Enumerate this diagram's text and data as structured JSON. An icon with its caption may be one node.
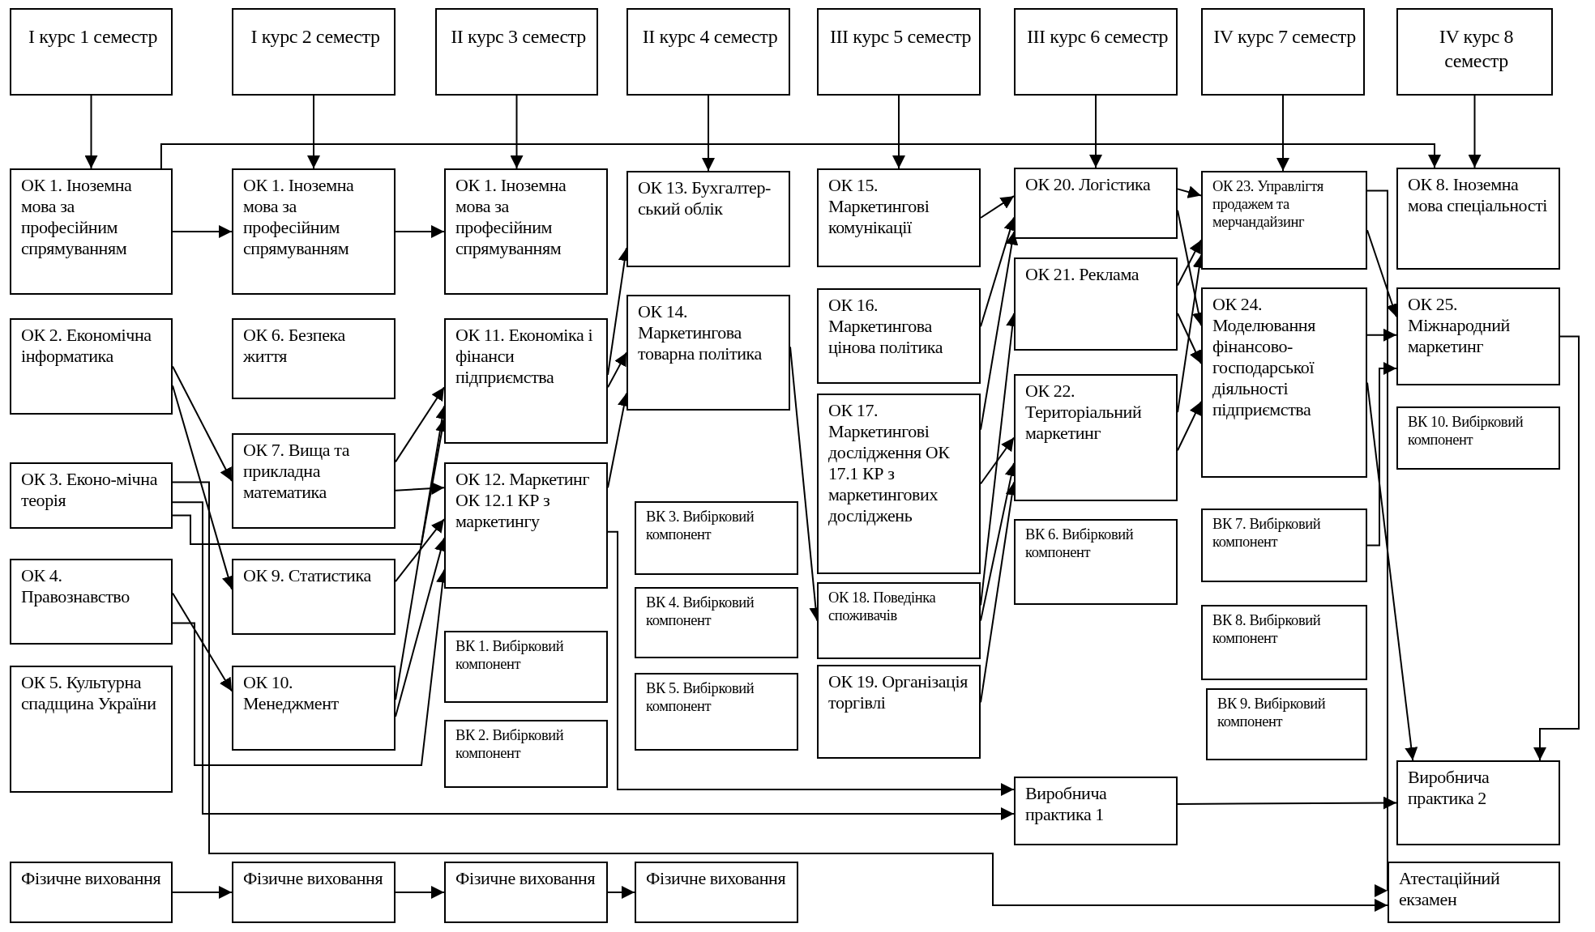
{
  "diagram": {
    "nodes": [
      {
        "text": [
          "І курс 1 семестр"
        ]
      },
      {
        "text": [
          "І курс 2 семестр"
        ]
      },
      {
        "text": [
          "ІІ курс 3 семестр"
        ]
      },
      {
        "text": [
          "ІІ курс 4 семестр"
        ]
      },
      {
        "text": [
          "ІІІ курс 5 семестр"
        ]
      },
      {
        "text": [
          "ІІІ курс 6 семестр"
        ]
      },
      {
        "text": [
          "IV курс 7 семестр"
        ]
      },
      {
        "text": [
          "IV курс 8 семестр"
        ]
      },
      {
        "text": [
          "ОК 1. Іноземна мова за професійним спрямуванням"
        ]
      },
      {
        "text": [
          "ОК 2. Економічна інформатика"
        ]
      },
      {
        "text": [
          "ОК 3. Еконо-мічна теорія"
        ]
      },
      {
        "text": [
          "ОК 4. Правознавство"
        ]
      },
      {
        "text": [
          "ОК 5. Культурна спадщина України"
        ]
      },
      {
        "text": [
          "Фізичне виховання"
        ]
      },
      {
        "text": [
          "ОК 1. Іноземна мова за професійним спрямуванням"
        ]
      },
      {
        "text": [
          "ОК 6. Безпека життя"
        ]
      },
      {
        "text": [
          "ОК 7. Вища та прикладна математика"
        ]
      },
      {
        "text": [
          "ОК 9. Статистика"
        ]
      },
      {
        "text": [
          "ОК 10. Менеджмент"
        ]
      },
      {
        "text": [
          "Фізичне виховання"
        ]
      },
      {
        "text": [
          "ОК 1. Іноземна мова за професійним спрямуванням"
        ]
      },
      {
        "text": [
          "ОК 11. Економіка і фінанси підприємства"
        ]
      },
      {
        "text": [
          "ОК 12. Маркетинг ОК 12.1 КР з маркетингу"
        ]
      },
      {
        "text": [
          "ВК 1. Вибірковий компонент"
        ]
      },
      {
        "text": [
          "ВК 2. Вибірковий компонент"
        ]
      },
      {
        "text": [
          "Фізичне виховання"
        ]
      },
      {
        "text": [
          "ОК 13. Бухгалтер-ський облік"
        ]
      },
      {
        "text": [
          "ОК 14. Маркетингова товарна політика"
        ]
      },
      {
        "text": [
          "ВК 3. Вибірковий компонент"
        ]
      },
      {
        "text": [
          "ВК 4. Вибірковий компонент"
        ]
      },
      {
        "text": [
          "ВК 5. Вибірковий компонент"
        ]
      },
      {
        "text": [
          "Фізичне виховання"
        ]
      },
      {
        "text": [
          "ОК 15. Маркетингові комунікації"
        ]
      },
      {
        "text": [
          "ОК 16. Маркетингова цінова політика"
        ]
      },
      {
        "text": [
          "ОК 17. Маркетингові дослідження ОК 17.1 КР з маркетингових досліджень"
        ]
      },
      {
        "text": [
          "ОК 18. Поведінка споживачів"
        ]
      },
      {
        "text": [
          "ОК 19. Організація торгівлі"
        ]
      },
      {
        "text": [
          "ОК 20. Логістика"
        ]
      },
      {
        "text": [
          "ОК 21. Реклама"
        ]
      },
      {
        "text": [
          "ОК 22. Територіальний маркетинг"
        ]
      },
      {
        "text": [
          "ВК 6. Вибірковий компонент"
        ]
      },
      {
        "text": [
          "Виробнича практика 1"
        ]
      },
      {
        "text": [
          "ОК 23. Управлігтя продажем та мерчандайзинг"
        ]
      },
      {
        "text": [
          "ОК 24. Моделювання фінансово-господарської діяльності підприємства"
        ]
      },
      {
        "text": [
          "ВК 7. Вибірковий компонент"
        ]
      },
      {
        "text": [
          "ВК 8. Вибірковий компонент"
        ]
      },
      {
        "text": [
          "ВК 9. Вибірковий компонент"
        ]
      },
      {
        "text": [
          "ОК 8. Іноземна мова спеціальності"
        ]
      },
      {
        "text": [
          "ОК 25. Міжнародний маркетинг"
        ]
      },
      {
        "text": [
          "ВК 10. Вибірковий компонент"
        ]
      },
      {
        "text": [
          "Виробнича практика 2"
        ]
      },
      {
        "text": [
          "Атестаційний екзамен"
        ]
      }
    ],
    "edges": [
      {
        "from": 0,
        "to": 8,
        "arrow": "to"
      },
      {
        "from": 1,
        "to": 14,
        "arrow": "to"
      },
      {
        "from": 2,
        "to": 20,
        "arrow": "to"
      },
      {
        "from": 3,
        "to": 26,
        "arrow": "to"
      },
      {
        "from": 4,
        "to": 32,
        "arrow": "to"
      },
      {
        "from": 5,
        "to": 37,
        "arrow": "to"
      },
      {
        "from": 6,
        "to": 42,
        "arrow": "to"
      },
      {
        "from": 7,
        "to": 47,
        "arrow": "to"
      },
      {
        "from": 8,
        "to": 14,
        "arrow": "to"
      },
      {
        "from": 14,
        "to": 20,
        "arrow": "to"
      },
      {
        "from": 8,
        "to": 47,
        "arrow": "to"
      },
      {
        "from": 9,
        "to": 16,
        "arrow": "to"
      },
      {
        "from": 9,
        "to": 17,
        "arrow": "to"
      },
      {
        "from": 10,
        "to": 21,
        "arrow": "to"
      },
      {
        "from": 10,
        "to": 41,
        "arrow": "to"
      },
      {
        "from": 11,
        "to": 18,
        "arrow": "to"
      },
      {
        "from": 11,
        "to": 22,
        "arrow": "to"
      },
      {
        "from": 16,
        "to": 21,
        "arrow": "to"
      },
      {
        "from": 16,
        "to": 22,
        "arrow": "to"
      },
      {
        "from": 17,
        "to": 22,
        "arrow": "to"
      },
      {
        "from": 18,
        "to": 21,
        "arrow": "to"
      },
      {
        "from": 18,
        "to": 22,
        "arrow": "to"
      },
      {
        "from": 21,
        "to": 26,
        "arrow": "to"
      },
      {
        "from": 21,
        "to": 27,
        "arrow": "to"
      },
      {
        "from": 22,
        "to": 27,
        "arrow": "to"
      },
      {
        "from": 22,
        "to": 41,
        "arrow": "to"
      },
      {
        "from": 27,
        "to": 35,
        "arrow": "to"
      },
      {
        "from": 32,
        "to": 37,
        "arrow": "to"
      },
      {
        "from": 33,
        "to": 37,
        "arrow": "to"
      },
      {
        "from": 34,
        "to": 37,
        "arrow": "to"
      },
      {
        "from": 34,
        "to": 39,
        "arrow": "to"
      },
      {
        "from": 35,
        "to": 38,
        "arrow": "to"
      },
      {
        "from": 35,
        "to": 39,
        "arrow": "to"
      },
      {
        "from": 36,
        "to": 39,
        "arrow": "to"
      },
      {
        "from": 37,
        "to": 42,
        "arrow": "to"
      },
      {
        "from": 37,
        "to": 43,
        "arrow": "to"
      },
      {
        "from": 38,
        "to": 42,
        "arrow": "to"
      },
      {
        "from": 38,
        "to": 43,
        "arrow": "to"
      },
      {
        "from": 39,
        "to": 42,
        "arrow": "to"
      },
      {
        "from": 39,
        "to": 43,
        "arrow": "to"
      },
      {
        "from": 42,
        "to": 48,
        "arrow": "to"
      },
      {
        "from": 43,
        "to": 48,
        "arrow": "to"
      },
      {
        "from": 44,
        "to": 48,
        "arrow": "to"
      },
      {
        "from": 43,
        "to": 50,
        "arrow": "to"
      },
      {
        "from": 48,
        "to": 50,
        "arrow": "to"
      },
      {
        "from": 41,
        "to": 50,
        "arrow": "to"
      },
      {
        "from": 42,
        "to": 51,
        "arrow": "to"
      },
      {
        "from": 10,
        "to": 51,
        "arrow": "to"
      },
      {
        "from": 13,
        "to": 19,
        "arrow": "to"
      },
      {
        "from": 19,
        "to": 25,
        "arrow": "to"
      },
      {
        "from": 25,
        "to": 31,
        "arrow": "to"
      }
    ]
  }
}
